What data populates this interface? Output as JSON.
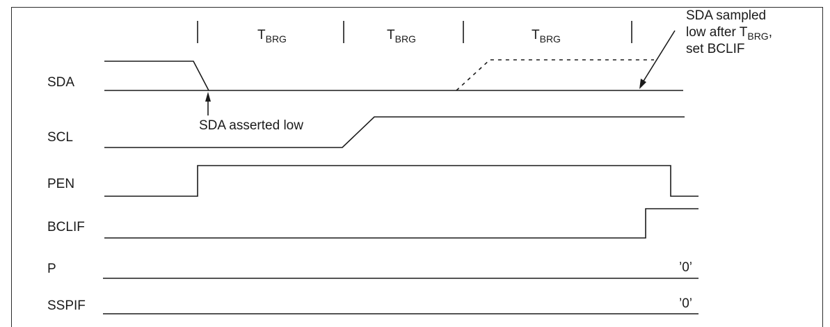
{
  "signals": {
    "sda": "SDA",
    "scl": "SCL",
    "pen": "PEN",
    "bclif": "BCLIF",
    "p": "P",
    "sspif": "SSPIF"
  },
  "interval": {
    "main": "T",
    "sub": "BRG"
  },
  "annotations": {
    "sda_asserted": "SDA asserted low",
    "sampled_line1": "SDA sampled",
    "sampled_line2_main": "low after T",
    "sampled_line2_sub": "BRG",
    "sampled_line2_tail": ",",
    "sampled_line3": "set BCLIF"
  },
  "values": {
    "p_value": "’0’",
    "sspif_value": "’0’"
  }
}
